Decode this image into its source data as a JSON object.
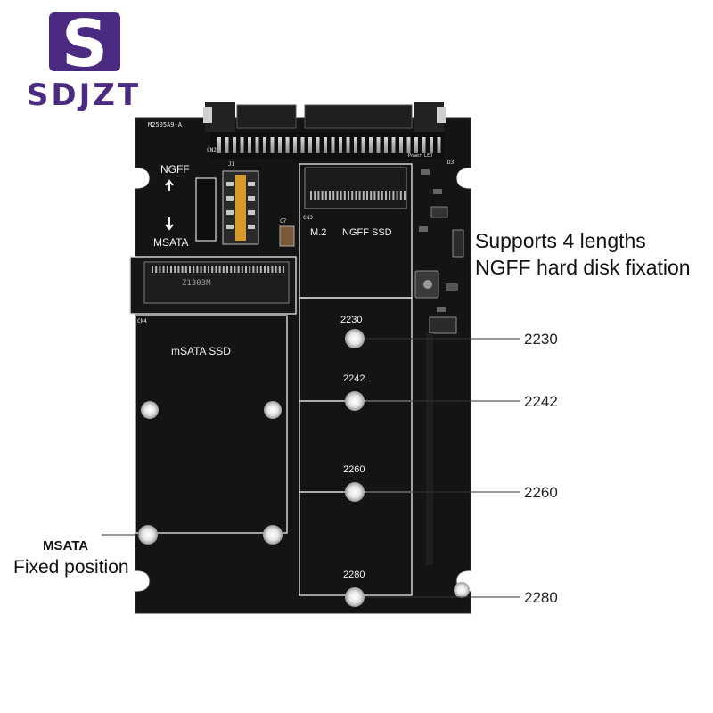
{
  "logo": {
    "mark": "S",
    "brand": "SDJZT",
    "color": "#4b2a82"
  },
  "board": {
    "model_code": "M2505A9-A",
    "cn2": "CN2",
    "cn3": "CN3",
    "cn4": "CN4",
    "j1": "J1",
    "c7": "C7",
    "power_led": "Power LED",
    "d3": "D3",
    "mode_ngff": "NGFF",
    "mode_msata": "MSATA",
    "ngff_slot_title_a": "M.2",
    "ngff_slot_title_b": "NGFF SSD",
    "msata_slot_title": "mSATA SSD",
    "chip_marking": "Z1303M",
    "mount_2230": "2230",
    "mount_2242": "2242",
    "mount_2260": "2260",
    "mount_2280": "2280",
    "colors": {
      "pcb": "#141414",
      "silkscreen": "#e8e8e8",
      "connector": "#2b2b2b"
    }
  },
  "annotations": {
    "lengths_line1": "Supports 4 lengths",
    "lengths_line2": "NGFF hard disk fixation",
    "callout_2230": "2230",
    "callout_2242": "2242",
    "callout_2260": "2260",
    "callout_2280": "2280",
    "msata_title": "MSATA",
    "msata_sub": "Fixed position"
  }
}
